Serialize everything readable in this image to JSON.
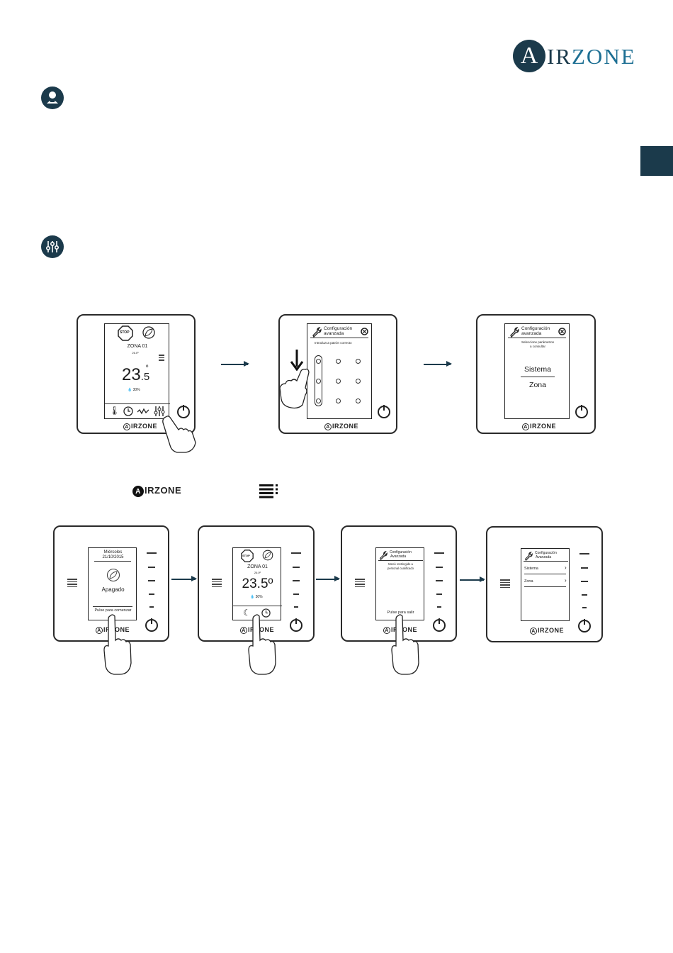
{
  "logo": {
    "letter": "A",
    "text_dark": "IR",
    "text_light": "ZONE"
  },
  "brand_mark": "AIRZONE",
  "brand_letter": "A",
  "brand_rest": "IRZONE",
  "inline_brand_rest": "IRZONE",
  "icons": {
    "installer": "installer-person-icon",
    "settings": "sliders-icon",
    "menu": "menu-icon"
  },
  "colors": {
    "brand": "#1b3a4b",
    "accent": "#1d6f93"
  },
  "top_row": {
    "thermostat": {
      "stop_label": "STOP",
      "zone": "ZONA 01",
      "setpoint": "26.0º",
      "temp_main": "23",
      "temp_sub": ".5",
      "temp_degree": "º",
      "humidity": "30%"
    },
    "pattern_screen": {
      "title_line1": "Configuración",
      "title_line2": "avanzada",
      "instruction": "Introduzca patrón correcto"
    },
    "params_screen": {
      "title_line1": "Configuración",
      "title_line2": "avanzada",
      "instruction_line1": "Seleccione parámetros",
      "instruction_line2": "a consultar",
      "option1": "Sistema",
      "option2": "Zona"
    }
  },
  "bottom_row": {
    "off_screen": {
      "day": "Miércoles",
      "date": "21/10/2015",
      "status": "Apagado",
      "prompt": "Pulse para comenzar"
    },
    "thermostat": {
      "stop_label": "STOP",
      "zone": "ZONA 01",
      "setpoint": "26.0º",
      "temp": "23.5º",
      "humidity": "30%"
    },
    "restricted_screen": {
      "title_line1": "Configuración",
      "title_line2": "Avanzada",
      "message_line1": "Menú restringido a",
      "message_line2": "personal cualificado",
      "prompt": "Pulse para salir"
    },
    "menu_screen": {
      "title_line1": "Configuración",
      "title_line2": "Avanzada",
      "option1": "Sistema",
      "option2": "Zona"
    }
  }
}
